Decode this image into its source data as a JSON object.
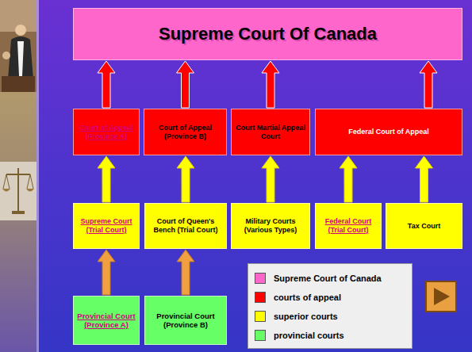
{
  "diagram": {
    "nodes": [
      {
        "text": [
          "Supreme Court Of Canada"
        ]
      },
      {
        "text": [
          "Court of Appeal (Province A)"
        ]
      },
      {
        "text": [
          "Court of Appeal (Province B)"
        ]
      },
      {
        "text": [
          "Court Martial Appeal Court"
        ]
      },
      {
        "text": [
          "Federal Court of Appeal"
        ]
      },
      {
        "text": [
          "Supreme Court (Trial Court)"
        ]
      },
      {
        "text": [
          "Court of Queen's Bench (Trial Court)"
        ]
      },
      {
        "text": [
          "Military Courts (Various Types)"
        ]
      },
      {
        "text": [
          "Federal Court (Trial Court)"
        ]
      },
      {
        "text": [
          "Tax Court"
        ]
      },
      {
        "text": [
          "Provincial Court (Province A)"
        ]
      },
      {
        "text": [
          "Provincial Court (Province B)"
        ]
      }
    ],
    "edges": [
      {
        "from": 1,
        "to": 0,
        "arrow": "to"
      },
      {
        "from": 2,
        "to": 0,
        "arrow": "to"
      },
      {
        "from": 3,
        "to": 0,
        "arrow": "to"
      },
      {
        "from": 4,
        "to": 0,
        "arrow": "to"
      },
      {
        "from": 5,
        "to": 1,
        "arrow": "to"
      },
      {
        "from": 6,
        "to": 2,
        "arrow": "to"
      },
      {
        "from": 7,
        "to": 3,
        "arrow": "to"
      },
      {
        "from": 8,
        "to": 4,
        "arrow": "to"
      },
      {
        "from": 9,
        "to": 4,
        "arrow": "to"
      },
      {
        "from": 10,
        "to": 5,
        "arrow": "to"
      },
      {
        "from": 11,
        "to": 6,
        "arrow": "to"
      }
    ],
    "legend": [
      {
        "text": "Supreme Court of Canada",
        "color": "#ff66cc"
      },
      {
        "text": "courts of appeal",
        "color": "#ff0000"
      },
      {
        "text": "superior courts",
        "color": "#ffff00"
      },
      {
        "text": "provincial courts",
        "color": "#66ff66"
      }
    ]
  }
}
